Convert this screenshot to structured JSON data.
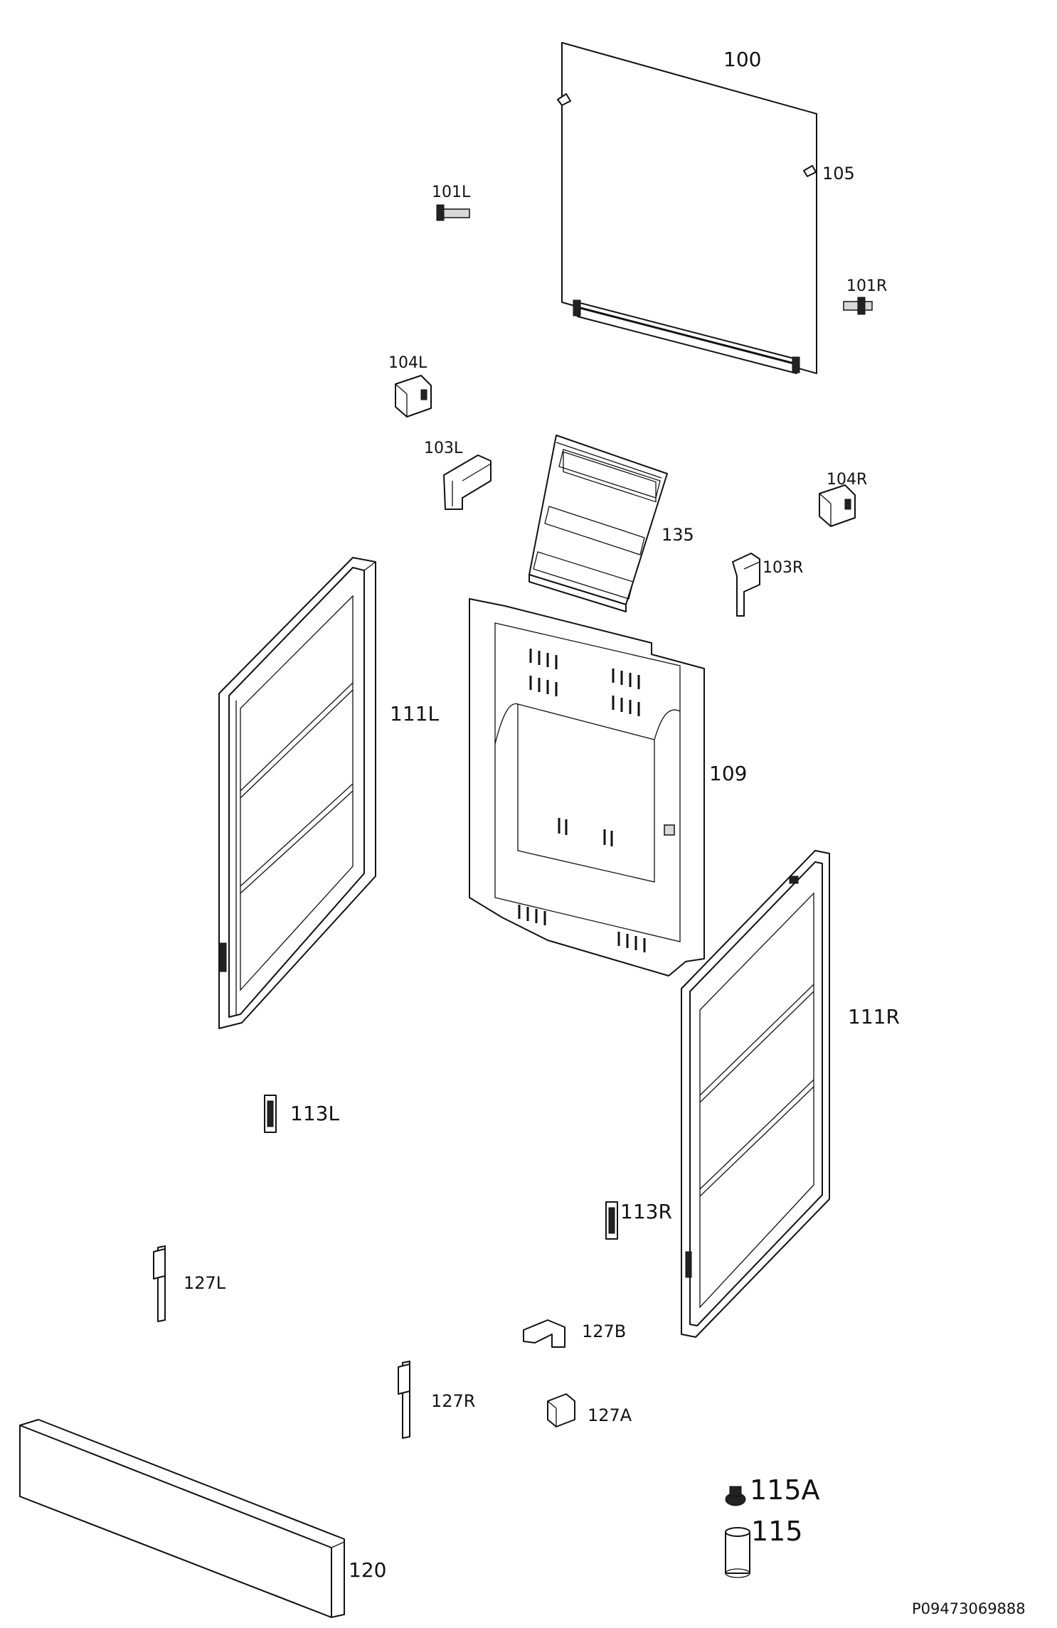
{
  "diagram": {
    "labels": {
      "p100": "100",
      "p105": "105",
      "p101L": "101L",
      "p101R": "101R",
      "p104L": "104L",
      "p103L": "103L",
      "p135": "135",
      "p104R": "104R",
      "p103R": "103R",
      "p111L": "111L",
      "p109": "109",
      "p111R": "111R",
      "p113L": "113L",
      "p113R": "113R",
      "p127L": "127L",
      "p127B": "127B",
      "p127R": "127R",
      "p127A": "127A",
      "p115A": "115A",
      "p115": "115",
      "p120": "120"
    },
    "drawing_code": "P09473069888"
  }
}
